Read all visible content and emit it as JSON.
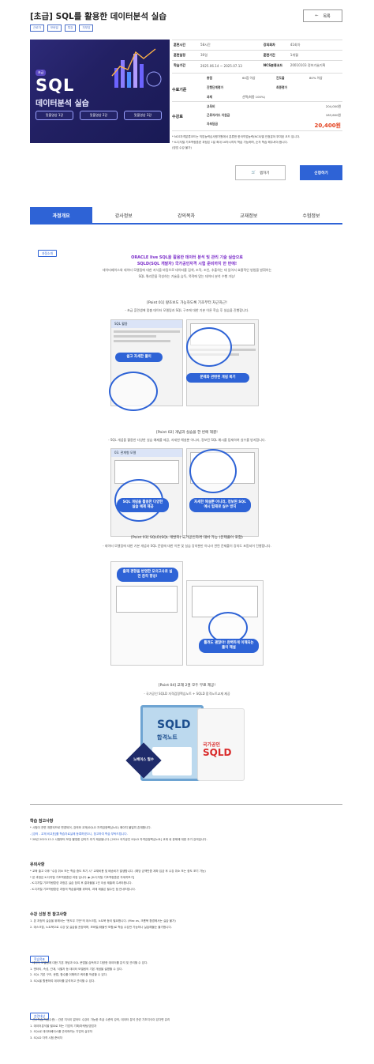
{
  "header": {
    "title": "[초급] SQL를 활용한 데이터분석 실습",
    "back_label": "목록"
  },
  "tags": [
    "근로자",
    "모바일",
    "특강",
    "자부담"
  ],
  "thumb": {
    "badge": "초급",
    "title_big": "SQL",
    "title_sub": "데이터분석 실습",
    "tabs": [
      "맛볼영상 1강",
      "맛볼영상 2강",
      "맛볼영상 3강"
    ]
  },
  "info": {
    "rows": [
      [
        "훈련시간",
        "58시간",
        "강의회차",
        "41회차"
      ],
      [
        "훈련일정",
        "30일",
        "훈련기간",
        "1개월"
      ],
      [
        "학습기간",
        "2025.06.14 ~ 2025.07.13",
        "NCS분류코드",
        "20010103 정보기술기획"
      ]
    ],
    "recognition_label": "수료기준",
    "recognition": [
      [
        "총점",
        "60점 이상",
        "진도율",
        "80% 이상"
      ],
      [
        "진행단계평가",
        "",
        "최종평가",
        ""
      ],
      [
        "과제",
        "선택(최종 100%)",
        "",
        ""
      ]
    ],
    "fee_label": "수강료",
    "fees": [
      [
        "교육비",
        "204,000원"
      ],
      [
        "근로자카드 지원금",
        "183,600원"
      ],
      [
        "자부담금",
        "20,400원"
      ]
    ]
  },
  "notes": [
    "* NCS자격분류코드는 직업능력심사평가원에서 분류한 한국직업능력(NCS)별 인정분야 부여된 코드 입니다.",
    "* K-디지털 기초역량훈련 과정은 1일 최대 16차시까지 학습 가능하며, 순차 학습 해주셔야 합니다.",
    "(영업 수강 불가)"
  ],
  "buttons": {
    "wishlist": "찜하기",
    "apply": "신청하기"
  },
  "main_tabs": [
    "과정개요",
    "강사정보",
    "강의목차",
    "교재정보",
    "수험정보"
  ],
  "intro": {
    "pill": "과정소개",
    "line1": "ORACLE live SQL을 활용한 데이터 분석 및 관리 기술 실습으로",
    "line2": "SQLD(SQL 개발자) 국가공인자격 시험 준비까지 한 번에!",
    "line3": "데이터베이스와 데이터 모델링에 대한 지식을 바탕으로 데이터를 검색, 조작, 조인, 추출하는 데 있어서 효율적인 방법을 발휘하는",
    "line4": "SQL 쿼리문을 작성하는 기술을 습득, 목적에 맞는 데이터 분석 수행 가능!"
  },
  "points": [
    {
      "title": "[Point 01] 왕초보도 가능하도록 기초부터 차근차근!",
      "sub": "- 초급 훈련생에 맞춤 데이터 모델링과 SQL 구조에 대한 기본 이론 학습 후 실습을 진행합니다.",
      "labels": [
        "쉽고 자세한 풀이",
        "문제와 관련된 개념 복기"
      ],
      "fig_head": "SQL 활용"
    },
    {
      "title": "[Point 02] 개념과 실습을 한 번에 해결!",
      "sub": "- SQL 개념을 활용한 다양한 실습 예제를 제공, 자세한 해설뿐 아니라, 정보된 SQL 예시를 탑재하여 실수를 방지합니다.",
      "labels": [
        "SQL 개념을 활용한 다양한 실습 예제 제공",
        "자세한 해설뿐 아니라, 정보된 SQL 예시 탑재로 실수 방지"
      ],
      "fig_head": "03. 관계형 모델"
    },
    {
      "title": "[Point 03] SQLD(SQL 개발자) 국가공인자격 대비 가능 (문제풀이 포함)",
      "sub": "- 데이터 모델링에 대한 기본 개념과 SQL 문법에 대한 이론 및 실습 강의뿐만 아니라 관련 문제풀이 강의도 포함되어 진행합니다.",
      "labels": [
        "출제 경향을 반영한 모의고사로 실전 감각 향상!",
        "틀려도 괜찮아! 완벽하게 이해되는 풀이 해설"
      ]
    },
    {
      "title": "[Point 04] 교재 2권 모두 무료 제공!",
      "sub": "- 국가공인 SQLD 자격검정핵심노트 + SQLD 합격노트교재 제공",
      "book1": "SQLD",
      "book1b": "합격노트",
      "book2a": "국가공인",
      "book2b": "SQLD",
      "badge": "노베이스 필수"
    }
  ],
  "study_ref": {
    "title": "학습 참고사항",
    "items": [
      "* 시험이 전면 개편되므로 변경되어, 강의와 교재(SQLD 자격검정핵심노트) 페이지 불일치 존재합니다.",
      "- [강의 - 교재 비교표]를 학습자료실에 등록하였으니, 참고하여 학습 부탁드립니다.",
      "* 28년 2023.12.2 시험부터 보강 촬영한 강의가 추가 제공됩니다. [2024 국가공인 SQLD 자격검정핵심노트] 교재 내 문제에 대한 추가 강의입니다."
    ]
  },
  "caution": {
    "title": "유의사항",
    "items": [
      "* 교육 출고 이후 \"수강 취소 또는 학습 중도 포기 시\" 교재비용 및 배송비가 발생합니다. (해당 금액만큼 계좌 입금 후 수강 취소 또는 중도 포기 가능)",
      "* 본 과정은 K-디지털 기초역량훈련 과정 입니다. ▶ [K-디지털 기초역량훈련 자세히보기]",
      "- K-디지털 기초역량훈련 과정은 실습 참여 후 결과물을 1건 이상 제출해 주셔야합니다.",
      "- K-디지털 기초역량훈련 과정의 학습결과를 위하여, 과제 제출은 필수인 점 안내드립니다."
    ]
  },
  "prep": {
    "title": "수강 신청 전 참고사항",
    "items": [
      "1. 본 과정의 실습을 위해서는 \"윈도우 기반\"의 데스크탑, 노트북 등이 필요합니다. (Mac os, 크롬북 환경에서는 실습 불가)",
      "2. 데스크탑, 노트북으로 수강 및 실습을 권장하며, 모바일(태블릿 포함)로 학습 수강만 가능하나 실습해볼순 불가합니다."
    ]
  },
  "goal": {
    "pill": "학습목표",
    "items": [
      "* 데이터 모델링에 대한 기본 개념과 SQL 문법을 습득하고 다양한 데이터를 분석 및 관리할 수 있다.",
      "1. 엔터티, 속성, 관계, 식별자 등 데이터 모델링의 기본 개념을 설명할 수 있다.",
      "2. SQL 기본 구조, 문법, 함수를 이해하고 쿼리를 작성할 수 있다.",
      "3. SQL을 활용하여 데이터를 분석하고 관리할 수 있다."
    ]
  },
  "target": {
    "pill": "훈련대상",
    "items": [
      "* 선수학습(학습수준) : 관련 지식이 없어도 수강이 가능한 초급 수준의 강의, 데이터 분석 관련 기초지식이 있다면 유리",
      "1. 데이터분석을 필요로 하는 기업의 기획/마케팅/영업자",
      "2. SQL로 데이터베이스를 관리하려는 기업의 실무자",
      "3. SQLD 자격 시험 준비자"
    ]
  },
  "colors": {
    "accent": "#2e63d6",
    "purple": "#7a2cc9",
    "red": "#d62020"
  }
}
